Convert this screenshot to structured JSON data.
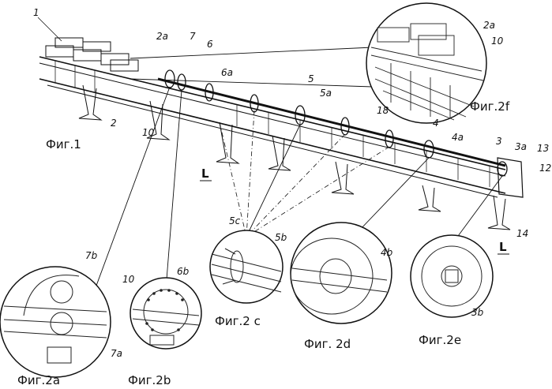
{
  "figures": {
    "fig1": "Фиг.1",
    "fig2a": "Фиг.2a",
    "fig2b": "Фиг.2b",
    "fig2c": "Фиг.2 c",
    "fig2d": "Фиг. 2d",
    "fig2e": "Фиг.2e",
    "fig2f": "Фиг.2f"
  },
  "refs": {
    "r1": "1",
    "r2": "2",
    "r2a": "2a",
    "r2a_f": "2a",
    "r3": "3",
    "r3a": "3a",
    "r3b": "3b",
    "r4": "4",
    "r4a": "4a",
    "r4b": "4b",
    "r5": "5",
    "r5a": "5a",
    "r5b": "5b",
    "r5c": "5c",
    "r6": "6",
    "r6a": "6a",
    "r6b": "6b",
    "r7": "7",
    "r7a": "7a",
    "r7b": "7b",
    "r10": "10",
    "r10_f": "10",
    "r10_a": "10",
    "r12": "12",
    "r13": "13",
    "r14": "14",
    "r18": "18",
    "L1": "L",
    "L2": "L"
  }
}
